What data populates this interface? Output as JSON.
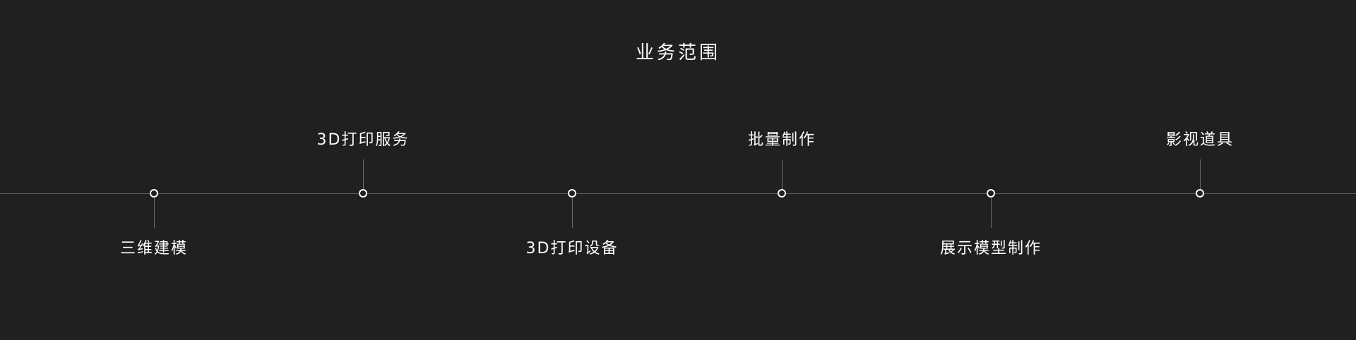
{
  "page": {
    "title": "业务范围"
  },
  "colors": {
    "background": "#202020",
    "line": "#5e5e5e",
    "text": "#ffffff"
  },
  "timeline": {
    "items": [
      {
        "label": "三维建模"
      },
      {
        "label": "3D打印服务"
      },
      {
        "label": "3D打印设备"
      },
      {
        "label": "批量制作"
      },
      {
        "label": "展示模型制作"
      },
      {
        "label": "影视道具"
      }
    ]
  }
}
